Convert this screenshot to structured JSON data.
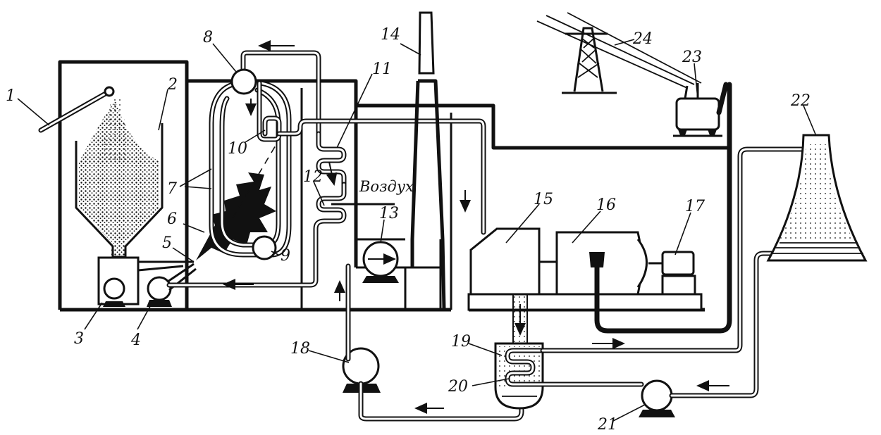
{
  "labels": {
    "l1": "1",
    "l2": "2",
    "l3": "3",
    "l4": "4",
    "l5": "5",
    "l6": "6",
    "l7": "7",
    "l8": "8",
    "l9": "9",
    "l10": "10",
    "l11": "11",
    "l12": "12",
    "l13": "13",
    "l14": "14",
    "l15": "15",
    "l16": "16",
    "l17": "17",
    "l18": "18",
    "l19": "19",
    "l20": "20",
    "l21": "21",
    "l22": "22",
    "l23": "23",
    "l24": "24"
  },
  "air_label": "Воздух",
  "colors": {
    "ink": "#111111",
    "paper": "#ffffff"
  }
}
